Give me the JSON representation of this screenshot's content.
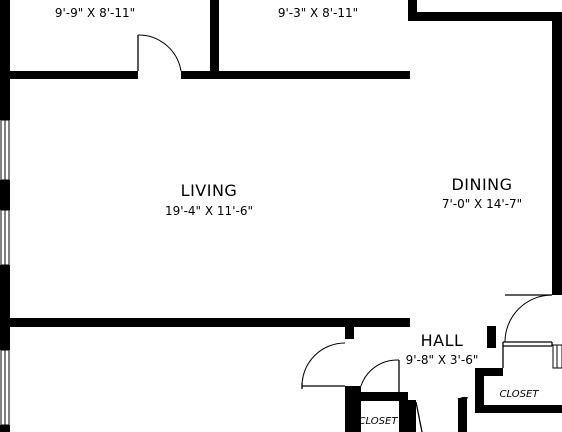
{
  "rooms": {
    "top_left": {
      "dimensions": "9'-9\" X 8'-11\""
    },
    "top_center": {
      "dimensions": "9'-3\" X 8'-11\""
    },
    "living": {
      "name": "LIVING",
      "dimensions": "19'-4\" X 11'-6\""
    },
    "dining": {
      "name": "DINING",
      "dimensions": "7'-0\" X 14'-7\""
    },
    "hall": {
      "name": "HALL",
      "dimensions": "9'-8\" X 3'-6\""
    }
  },
  "closets": {
    "right": {
      "label": "CLOSET"
    },
    "bottom": {
      "label": "CLOSET"
    }
  }
}
